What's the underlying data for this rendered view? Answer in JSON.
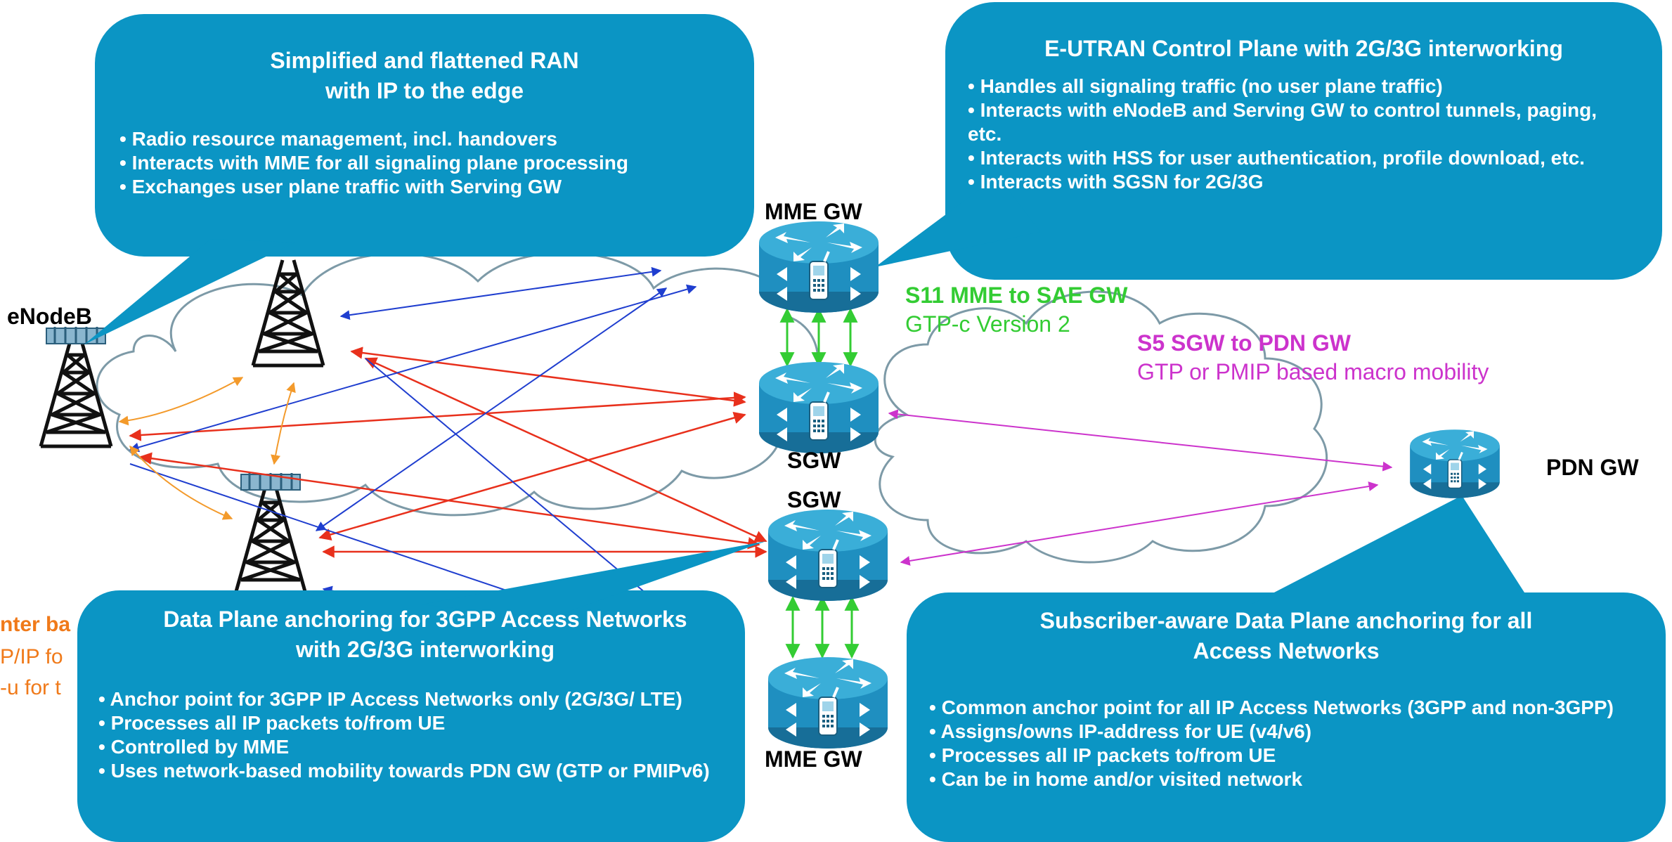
{
  "labels": {
    "enodeb": "eNodeB",
    "mme_gw_top": "MME GW",
    "sgw_top": "SGW",
    "sgw_bottom": "SGW",
    "mme_gw_bottom": "MME GW",
    "pdn_gw": "PDN GW",
    "s11_title": "S11 MME to SAE GW",
    "s11_sub": "GTP-c Version 2",
    "s5_title": "S5 SGW to PDN GW",
    "s5_sub": "GTP or PMIP based macro mobility",
    "x2_title_partial": "nter ba",
    "x2_line1_partial": "P/IP fo",
    "x2_line2_partial": "-u for t"
  },
  "callouts": {
    "ran": {
      "title_line1": "Simplified and flattened RAN",
      "title_line2": "with IP to the edge",
      "bullets": [
        "Radio resource management, incl. handovers",
        "Interacts with MME for all signaling plane processing",
        "Exchanges user plane traffic with Serving GW"
      ]
    },
    "mme": {
      "title": "E-UTRAN Control Plane with 2G/3G interworking",
      "bullets": [
        "Handles all signaling traffic (no user plane traffic)",
        "Interacts with eNodeB and Serving GW to control tunnels, paging, etc.",
        "Interacts with HSS for user authentication, profile download, etc.",
        "Interacts with SGSN for 2G/3G"
      ]
    },
    "sgw": {
      "title_line1": "Data Plane anchoring for 3GPP Access Networks",
      "title_line2": "with 2G/3G interworking",
      "bullets": [
        "Anchor point for 3GPP IP Access Networks only (2G/3G/ LTE)",
        "Processes all IP packets to/from UE",
        "Controlled by MME",
        "Uses network-based mobility towards PDN GW (GTP or PMIPv6)"
      ]
    },
    "pdn": {
      "title_line1": "Subscriber-aware Data Plane anchoring for all",
      "title_line2": "Access Networks",
      "bullets": [
        "Common anchor point for all IP Access Networks (3GPP and non-3GPP)",
        "Assigns/owns IP-address for UE (v4/v6)",
        "Processes all IP packets to/from UE",
        "Can be in home and/or visited network"
      ]
    }
  },
  "colors": {
    "callout_fill": "#0b95c4",
    "s11_green": "#33cc33",
    "s5_magenta": "#cc33cc",
    "x2_orange": "#f39a2b",
    "s1u_red": "#e8301c",
    "s1mme_blue": "#1f3ecf",
    "router_blue": "#1f8fc0"
  },
  "icons": [
    "cell-tower-icon",
    "router-icon",
    "mobile-phone-icon",
    "cloud-icon"
  ]
}
